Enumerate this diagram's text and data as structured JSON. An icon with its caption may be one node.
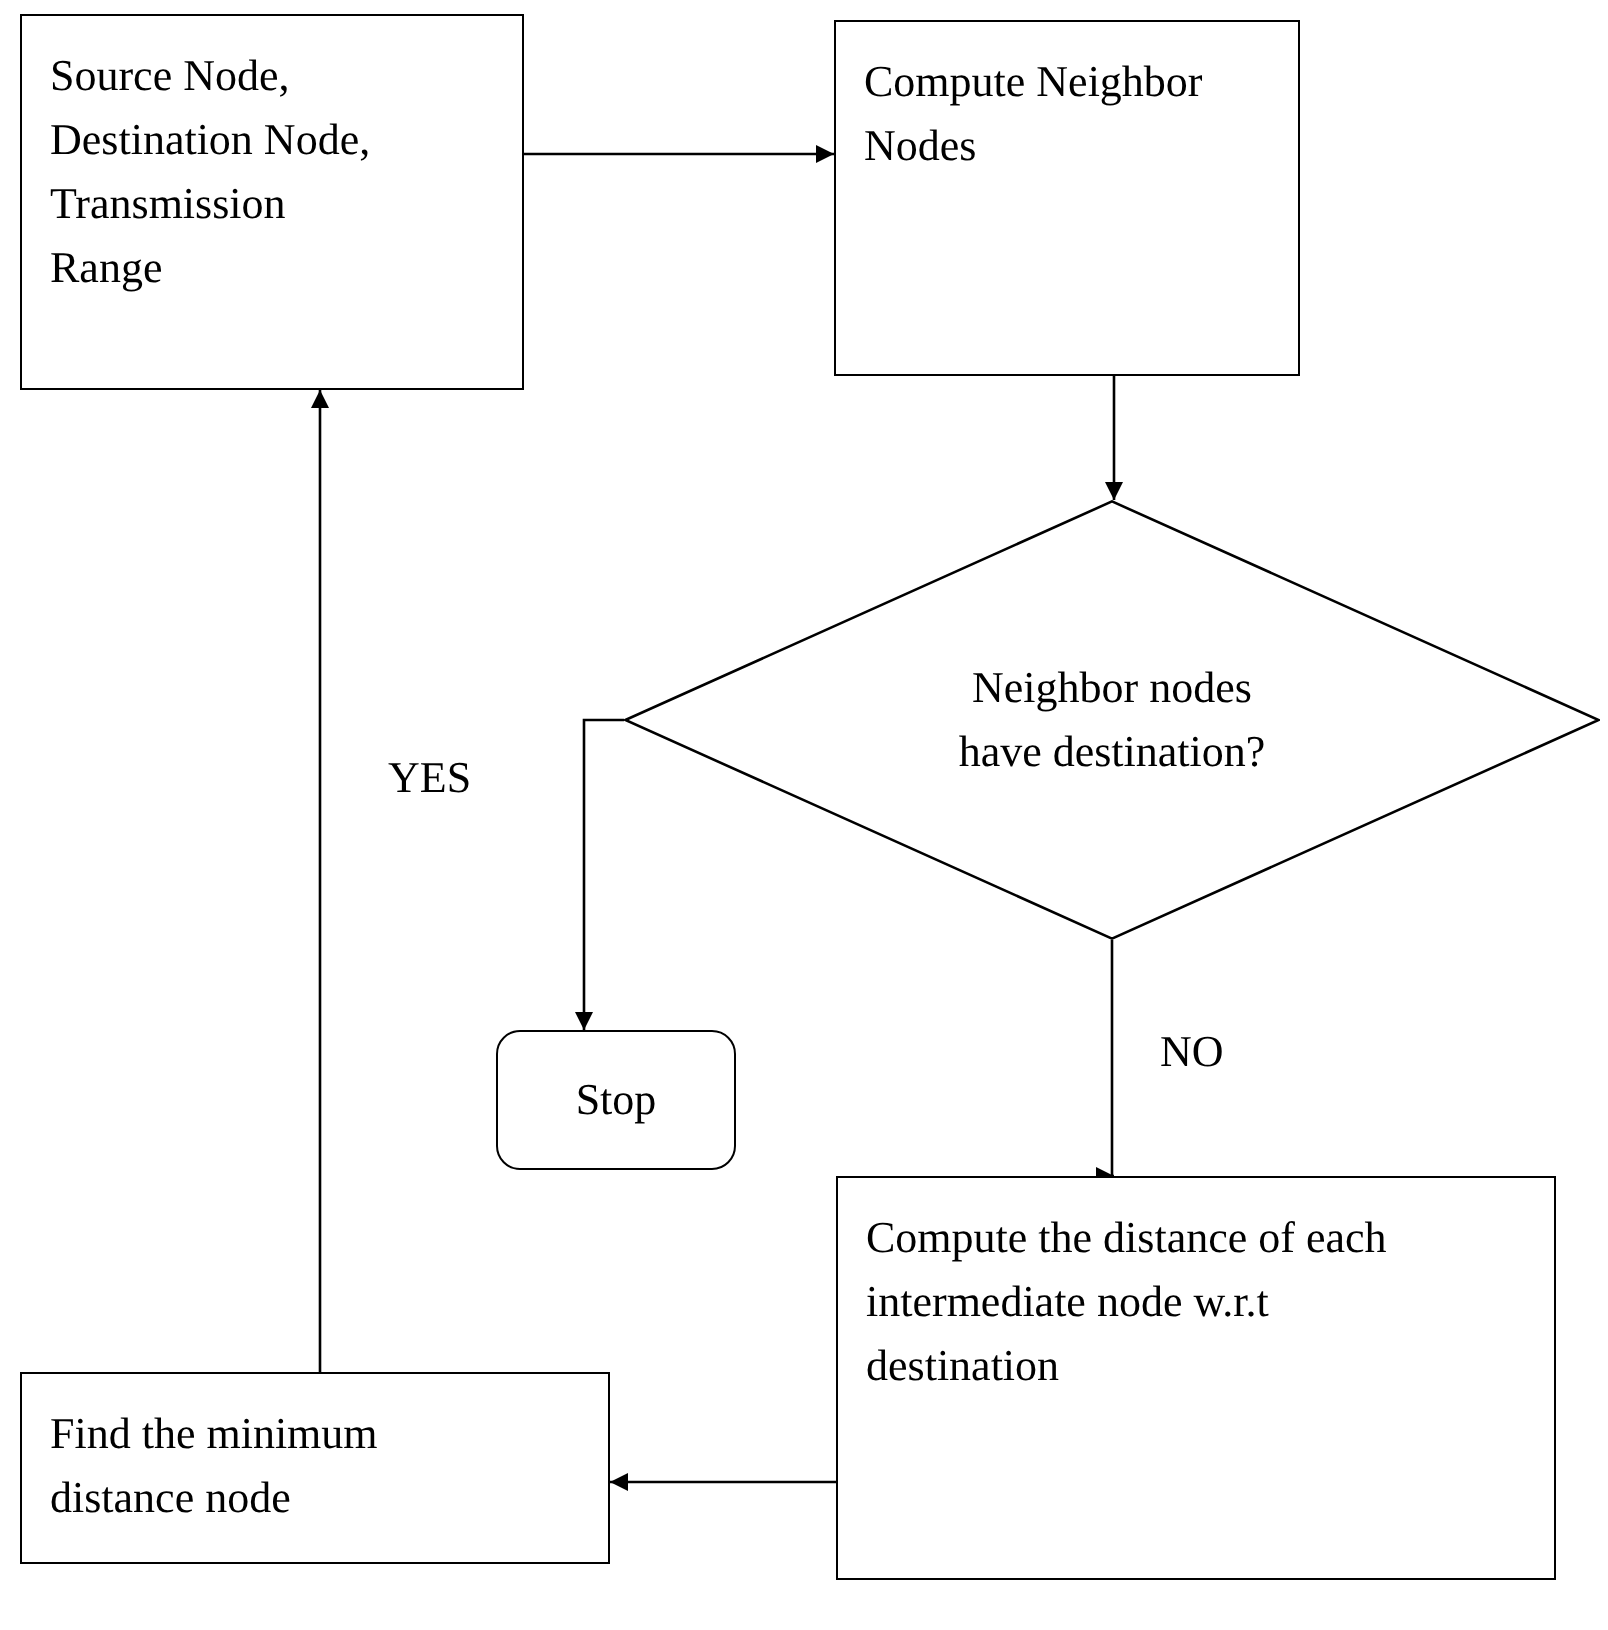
{
  "diagram": {
    "nodes": [
      {
        "text": [
          "Source Node, Destination Node, Transmission Range"
        ]
      },
      {
        "text": [
          "Compute Neighbor Nodes"
        ]
      },
      {
        "text": [
          "Neighbor nodes have destination?"
        ]
      },
      {
        "text": [
          "Stop"
        ]
      },
      {
        "text": [
          "Compute the distance of each intermediate node w.r.t destination"
        ]
      },
      {
        "text": [
          "Find the minimum distance node"
        ]
      }
    ],
    "edges": [
      {
        "from": 0,
        "to": 1,
        "arrow": "to"
      },
      {
        "from": 1,
        "to": 2,
        "arrow": "to"
      },
      {
        "from": 2,
        "to": 3,
        "arrow": "to",
        "label": "YES"
      },
      {
        "from": 2,
        "to": 4,
        "arrow": "to",
        "label": "NO"
      },
      {
        "from": 4,
        "to": 5,
        "arrow": "to"
      },
      {
        "from": 5,
        "to": 0,
        "arrow": "to"
      }
    ]
  }
}
